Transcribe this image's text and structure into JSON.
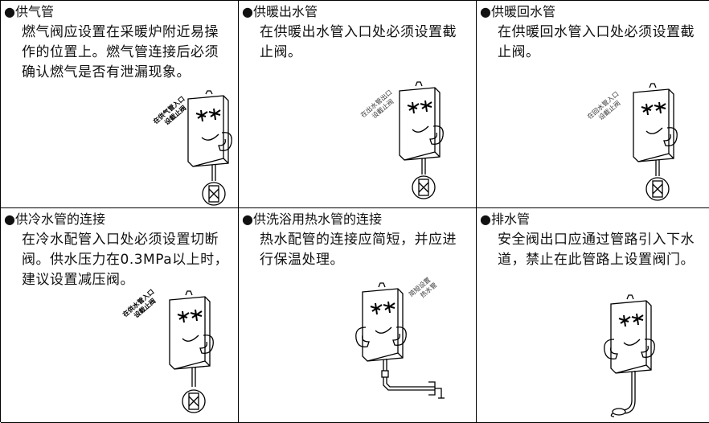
{
  "panels": [
    {
      "title": "●供气管",
      "text": "燃气阀应设置在采暖炉附近易操作的位置上。燃气管连接后必须确认燃气是否有泄漏现象。",
      "label_lines": [
        "在供气管入口",
        "设截止阀"
      ],
      "fitting": "valve"
    },
    {
      "title": "●供暖出水管",
      "text": "在供暖出水管入口处必须设置截止阀。",
      "label_lines": [
        "在出水管出口",
        "设截止阀"
      ],
      "fitting": "valve"
    },
    {
      "title": "●供暖回水管",
      "text": "在供暖回水管入口处必须设置截止阀。",
      "label_lines": [
        "在回水管入口",
        "设截止阀"
      ],
      "fitting": "valve"
    },
    {
      "title": "●供冷水管的连接",
      "text": "在冷水配管入口处必须设置切断阀。供水压力在0.3MPa以上时，建议设置减压阀。",
      "label_lines": [
        "在供水管入口",
        "设截止阀"
      ],
      "fitting": "valve"
    },
    {
      "title": "●供洗浴用热水管的连接",
      "text": "热水配管的连接应简短，并应进行保温处理。",
      "label_lines": [
        "简短设置",
        "热水管"
      ],
      "fitting": "hot-pipe"
    },
    {
      "title": "●排水管",
      "text": "安全阀出口应通过管路引入下水道，禁止在此管路上设置阀门。",
      "label_lines": [],
      "fitting": "drain"
    }
  ]
}
